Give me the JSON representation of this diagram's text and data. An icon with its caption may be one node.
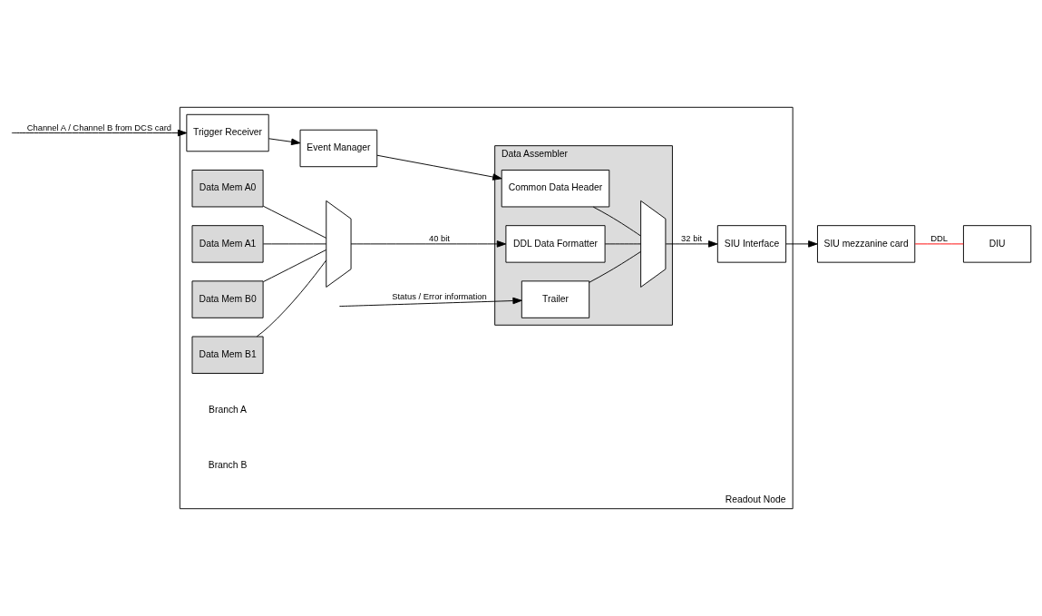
{
  "diagram": {
    "nodes": [
      {
        "text": [
          "Readout Node"
        ]
      },
      {
        "text": [
          "Trigger Receiver"
        ],
        "in": 0
      },
      {
        "text": [
          "Event Manager"
        ],
        "in": 0
      },
      {
        "text": [
          "Data Mem A0"
        ],
        "in": 0
      },
      {
        "text": [
          "Data Mem A1"
        ],
        "in": 0
      },
      {
        "text": [
          "Data Mem B0"
        ],
        "in": 0
      },
      {
        "text": [
          "Data Mem B1"
        ],
        "in": 0
      },
      {
        "text": [],
        "shape": "trapezoid",
        "in": 0
      },
      {
        "text": [
          "Data Assembler"
        ],
        "in": 0
      },
      {
        "text": [
          "Common Data Header"
        ],
        "in": 8
      },
      {
        "text": [
          "DDL Data Formatter"
        ],
        "in": 8
      },
      {
        "text": [
          "Trailer"
        ],
        "in": 8
      },
      {
        "text": [],
        "shape": "trapezoid",
        "in": 8
      },
      {
        "text": [
          "SIU Interface"
        ],
        "in": 0
      },
      {
        "text": [
          "SIU mezzanine card"
        ]
      },
      {
        "text": [
          "DIU"
        ]
      }
    ],
    "edges": [
      {
        "from": null,
        "to": 1,
        "arrow": "to",
        "label": "Channel A / Channel B from DCS card"
      },
      {
        "from": 1,
        "to": 2,
        "arrow": "to"
      },
      {
        "from": 2,
        "to": 9,
        "arrow": "to"
      },
      {
        "from": 3,
        "to": 7,
        "arrow": "none"
      },
      {
        "from": 4,
        "to": 7,
        "arrow": "none"
      },
      {
        "from": 5,
        "to": 7,
        "arrow": "none"
      },
      {
        "from": 6,
        "to": 7,
        "arrow": "none"
      },
      {
        "from": 7,
        "to": 10,
        "arrow": "to",
        "label": "40 bit"
      },
      {
        "from": null,
        "to": 11,
        "arrow": "to",
        "label": "Status / Error information"
      },
      {
        "from": 9,
        "to": 12,
        "arrow": "none"
      },
      {
        "from": 10,
        "to": 12,
        "arrow": "none"
      },
      {
        "from": 11,
        "to": 12,
        "arrow": "none"
      },
      {
        "from": 12,
        "to": 13,
        "arrow": "to",
        "label": "32 bit"
      },
      {
        "from": 13,
        "to": 14,
        "arrow": "to"
      },
      {
        "from": 14,
        "to": 15,
        "arrow": "none",
        "label": "DDL",
        "color": "#ff0000"
      }
    ],
    "labels": [
      "Branch A",
      "Branch B"
    ]
  }
}
